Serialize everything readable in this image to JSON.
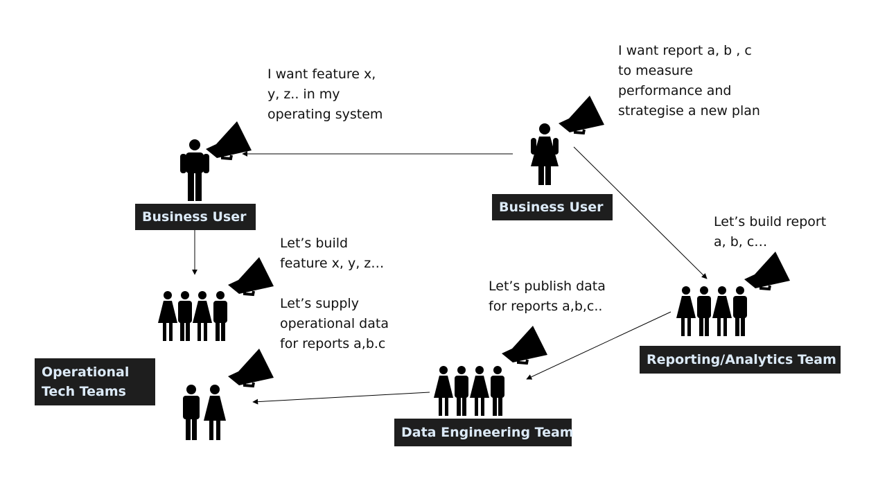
{
  "labels": {
    "business_user_left": "Business User",
    "business_user_right": "Business User",
    "operational_tech_teams": "Operational\nTech Teams",
    "reporting_analytics_team": "Reporting/Analytics Team",
    "data_engineering_team": "Data Engineering Team"
  },
  "speech": {
    "business_user_left": "I want feature x,\ny, z..  in my\noperating system",
    "business_user_right": "I want report a, b , c\nto measure\nperformance and\nstrategise a new plan",
    "build_feature": "Let’s build\nfeature x, y, z…",
    "supply_data": "Let’s supply\noperational data\nfor reports a,b.c",
    "publish_data": "Let’s publish data\nfor reports a,b,c..",
    "build_report": "Let’s build report\na, b, c…"
  },
  "icons": [
    "person-icon",
    "megaphone-icon",
    "team-icon"
  ],
  "colors": {
    "label_background": "#1e1e1e",
    "label_text": "#dceaf7",
    "text": "#111111",
    "ink": "#000000"
  }
}
